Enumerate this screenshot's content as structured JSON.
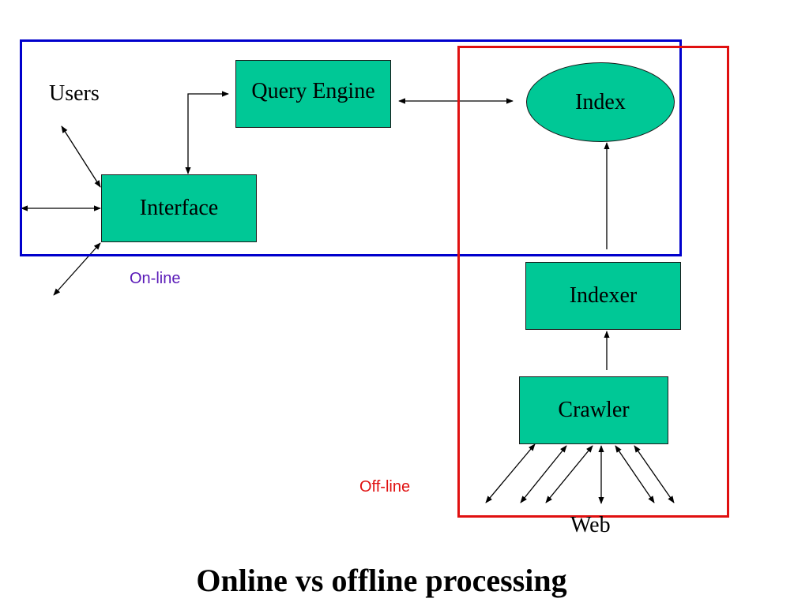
{
  "title": "Online vs offline processing",
  "regions": {
    "online": {
      "label": "On-line",
      "border_color": "#0000cc",
      "label_color": "#5a1ab8"
    },
    "offline": {
      "label": "Off-line",
      "border_color": "#e01010",
      "label_color": "#e01010"
    }
  },
  "nodes": {
    "users": "Users",
    "query_engine": "Query Engine",
    "index": "Index",
    "interface": "Interface",
    "indexer": "Indexer",
    "crawler": "Crawler",
    "web": "Web"
  },
  "colors": {
    "node_fill": "#00c896",
    "edge": "#000000"
  },
  "edges": [
    {
      "from": "interface",
      "to": "query_engine",
      "direction": "both"
    },
    {
      "from": "query_engine",
      "to": "index",
      "direction": "both"
    },
    {
      "from": "users",
      "to": "interface",
      "direction": "both"
    },
    {
      "from": "indexer",
      "to": "index",
      "direction": "forward"
    },
    {
      "from": "crawler",
      "to": "indexer",
      "direction": "forward"
    },
    {
      "from": "web",
      "to": "crawler",
      "direction": "both"
    }
  ]
}
